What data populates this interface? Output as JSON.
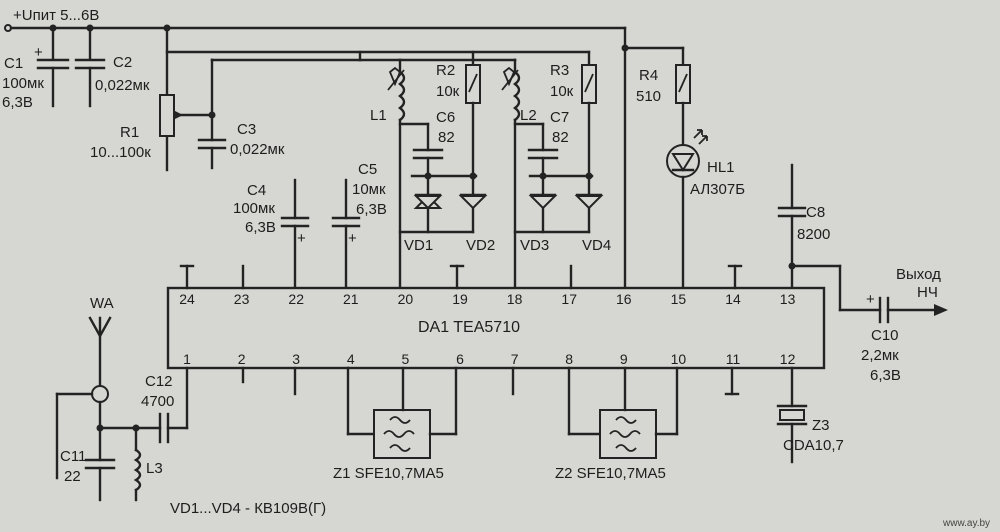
{
  "supply": {
    "label": "+Uпит   5...6В"
  },
  "ic": {
    "label": "DA1  TEA5710"
  },
  "pins_top": [
    "24",
    "23",
    "22",
    "21",
    "20",
    "19",
    "18",
    "17",
    "16",
    "15",
    "14",
    "13"
  ],
  "pins_bottom": [
    "1",
    "2",
    "3",
    "4",
    "5",
    "6",
    "7",
    "8",
    "9",
    "10",
    "11",
    "12"
  ],
  "parts": {
    "c1": {
      "ref": "C1",
      "value": "100мк",
      "voltage": "6,3В"
    },
    "c2": {
      "ref": "C2",
      "value": "0,022мк"
    },
    "r1": {
      "ref": "R1",
      "value": "10...100к"
    },
    "c3": {
      "ref": "C3",
      "value": "0,022мк"
    },
    "c4": {
      "ref": "C4",
      "value": "100мк",
      "voltage": "6,3В"
    },
    "c5": {
      "ref": "C5",
      "value": "10мк",
      "voltage": "6,3В"
    },
    "l1": {
      "ref": "L1"
    },
    "r2": {
      "ref": "R2",
      "value": "10к"
    },
    "c6": {
      "ref": "C6",
      "value": "82"
    },
    "l2": {
      "ref": "L2"
    },
    "r3": {
      "ref": "R3",
      "value": "10к"
    },
    "c7": {
      "ref": "C7",
      "value": "82"
    },
    "r4": {
      "ref": "R4",
      "value": "510"
    },
    "hl1": {
      "ref": "HL1",
      "value": "АЛ307Б"
    },
    "vd1": {
      "ref": "VD1"
    },
    "vd2": {
      "ref": "VD2"
    },
    "vd3": {
      "ref": "VD3"
    },
    "vd4": {
      "ref": "VD4"
    },
    "c8": {
      "ref": "C8",
      "value": "8200"
    },
    "c10": {
      "ref": "C10",
      "value": "2,2мк",
      "voltage": "6,3В"
    },
    "wa": {
      "ref": "WA"
    },
    "c12": {
      "ref": "C12",
      "value": "4700"
    },
    "c11": {
      "ref": "C11",
      "value": "22"
    },
    "l3": {
      "ref": "L3"
    },
    "z1": {
      "label": "Z1  SFE10,7MA5"
    },
    "z2": {
      "label": "Z2  SFE10,7MA5"
    },
    "z3": {
      "ref": "Z3",
      "value": "CDA10,7"
    }
  },
  "output": {
    "line1": "Выход",
    "line2": "НЧ"
  },
  "note": "VD1...VD4 - КВ109В(Г)",
  "watermark": "www.ay.by"
}
